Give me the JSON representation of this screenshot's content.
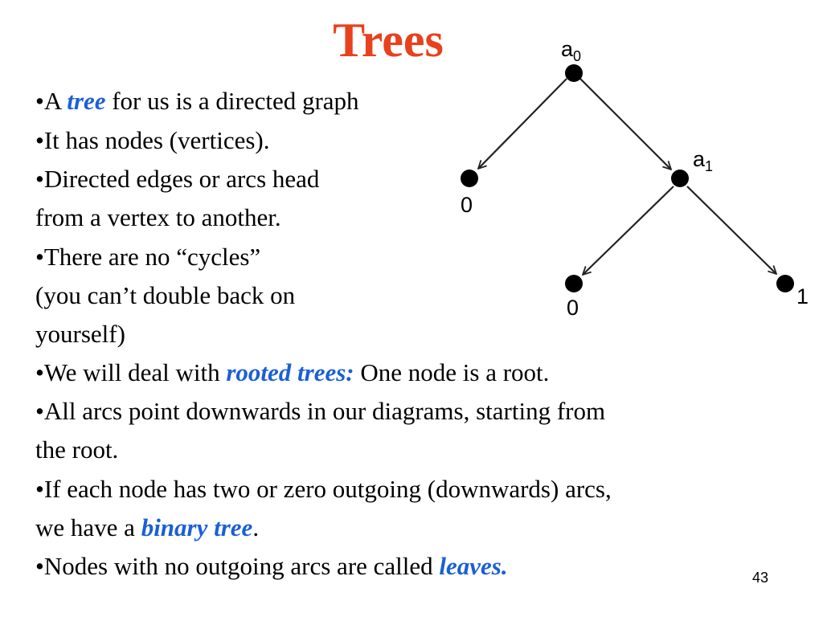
{
  "title": "Trees",
  "page_number": "43",
  "bullets": [
    {
      "lead": "•A ",
      "term": "tree",
      "tail": " for us is a directed graph"
    },
    {
      "text": "•It has nodes (vertices)."
    },
    {
      "text": "•Directed edges or arcs head"
    },
    {
      "text": "from a vertex to another."
    },
    {
      "text": "•There are no “cycles”"
    },
    {
      "text": "(you can’t double back on"
    },
    {
      "text": "yourself)"
    },
    {
      "lead": "•We will deal with ",
      "term": "rooted trees:",
      "tail": " One node is a root."
    },
    {
      "text": "•All arcs point downwards in our diagrams, starting from"
    },
    {
      "text": "the root."
    },
    {
      "text": "•If each node has two or zero outgoing (downwards) arcs,"
    },
    {
      "lead": "we have a ",
      "term": "binary tree",
      "tail": "."
    },
    {
      "lead": "•Nodes with no outgoing arcs are called ",
      "term": "leaves.",
      "tail": ""
    }
  ],
  "diagram": {
    "nodes": [
      {
        "id": "a0",
        "label": "a",
        "subscript": "0"
      },
      {
        "id": "leaf-left",
        "label": "0"
      },
      {
        "id": "a1",
        "label": "a",
        "subscript": "1"
      },
      {
        "id": "leaf-mid",
        "label": "0"
      },
      {
        "id": "leaf-right",
        "label": "1"
      }
    ]
  },
  "colors": {
    "title": "#e8411e",
    "term": "#1a5fd6",
    "text": "#000000"
  }
}
